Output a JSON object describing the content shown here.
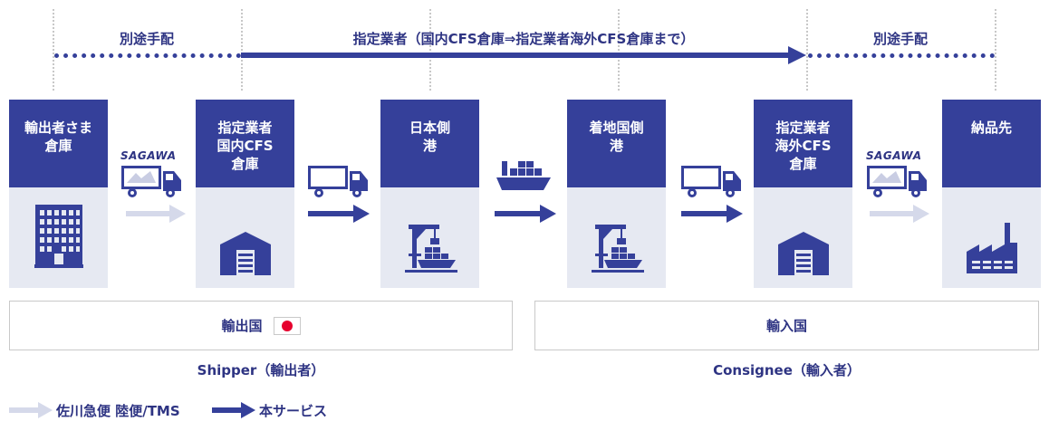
{
  "top": {
    "segment_left": "別途手配",
    "segment_middle": "指定業者（国内CFS倉庫⇒指定業者海外CFS倉庫まで）",
    "segment_right": "別途手配"
  },
  "nodes": [
    {
      "line1": "輸出者さま",
      "line2": "倉庫",
      "line3": "",
      "icon": "office-building-icon"
    },
    {
      "line1": "指定業者",
      "line2": "国内CFS",
      "line3": "倉庫",
      "icon": "warehouse-icon"
    },
    {
      "line1": "日本側",
      "line2": "港",
      "line3": "",
      "icon": "port-crane-icon"
    },
    {
      "line1": "着地国側",
      "line2": "港",
      "line3": "",
      "icon": "port-crane-icon"
    },
    {
      "line1": "指定業者",
      "line2": "海外CFS",
      "line3": "倉庫",
      "icon": "warehouse-icon"
    },
    {
      "line1": "納品先",
      "line2": "",
      "line3": "",
      "icon": "factory-icon"
    }
  ],
  "transport": {
    "sagawa_left": "SAGAWA",
    "sagawa_right": "SAGAWA"
  },
  "regions": {
    "export": "輸出国",
    "import": "輸入国"
  },
  "roles": {
    "shipper": "Shipper（輸出者）",
    "consignee": "Consignee（輸入者）"
  },
  "legend": {
    "light_arrow": "佐川急便 陸便/TMS",
    "dark_arrow": "本サービス"
  },
  "colors": {
    "navy": "#35409a",
    "light_panel": "#e6e9f2",
    "light_arrow": "#d5d9ea",
    "flag_red": "#e6002d"
  }
}
